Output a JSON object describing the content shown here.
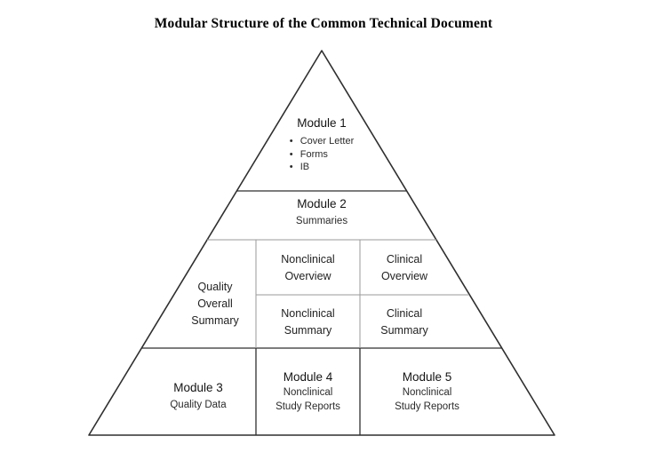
{
  "title": "Modular Structure of the Common Technical Document",
  "pyramid": {
    "module1": {
      "heading": "Module 1",
      "bullet_glyph": "•",
      "bullets": [
        "Cover Letter",
        "Forms",
        "IB"
      ]
    },
    "module2": {
      "heading": "Module 2",
      "sub": "Summaries"
    },
    "quality_overall_summary": {
      "lines": [
        "Quality",
        "Overall",
        "Summary"
      ]
    },
    "nonclinical_overview": {
      "lines": [
        "Nonclinical",
        "Overview"
      ]
    },
    "clinical_overview": {
      "lines": [
        "Clinical",
        "Overview"
      ]
    },
    "nonclinical_summary": {
      "lines": [
        "Nonclinical",
        "Summary"
      ]
    },
    "clinical_summary": {
      "lines": [
        "Clinical",
        "Summary"
      ]
    },
    "module3": {
      "heading": "Module 3",
      "sub": "Quality Data"
    },
    "module4": {
      "heading": "Module 4",
      "lines": [
        "Nonclinical",
        "Study Reports"
      ]
    },
    "module5": {
      "heading": "Module 5",
      "lines": [
        "Nonclinical",
        "Study Reports"
      ]
    }
  },
  "colors": {
    "outline": "#2f2f2f",
    "inner_divider": "#9a9a9a",
    "background": "#ffffff",
    "text": "#1f1f1f"
  }
}
